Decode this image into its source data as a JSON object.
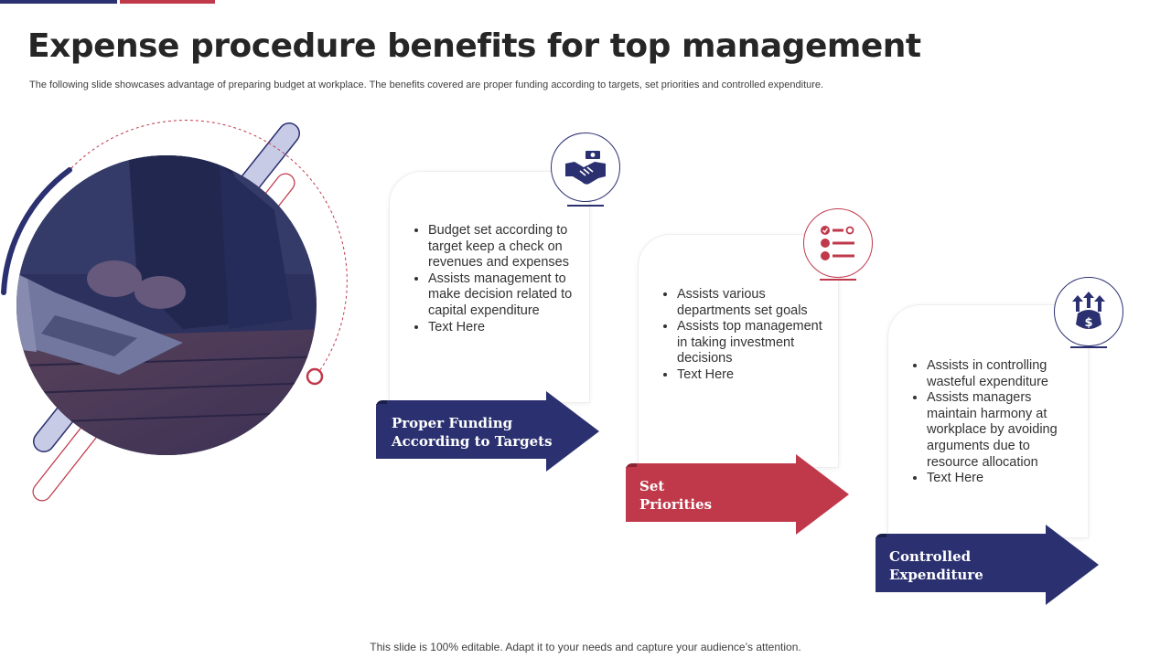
{
  "page": {
    "title": "Expense procedure benefits for top management",
    "subtitle": "The following slide showcases advantage of preparing budget at workplace. The benefits covered are proper funding according to targets, set priorities and controlled expenditure.",
    "footer": "This slide is 100% editable. Adapt it to your needs and capture your audience’s attention."
  },
  "colors": {
    "navy": "#2b3070",
    "red": "#c0394b",
    "light_blue": "#c8cbe6"
  },
  "steps": [
    {
      "label_line1": "Proper Funding",
      "label_line2": "According to Targets",
      "icon": "handshake-money-icon",
      "color": "#2b3070",
      "bullets": [
        "Budget set according to target keep a check on revenues and expenses",
        "Assists management to make decision related to capital expenditure",
        "Text Here"
      ]
    },
    {
      "label_line1": "Set",
      "label_line2": "Priorities",
      "icon": "priority-list-icon",
      "color": "#c0394b",
      "bullets": [
        "Assists various departments set goals",
        "Assists top management in taking investment decisions",
        "Text Here"
      ]
    },
    {
      "label_line1": "Controlled",
      "label_line2": "Expenditure",
      "icon": "dollar-arrows-icon",
      "color": "#2b3070",
      "bullets": [
        "Assists in controlling wasteful expenditure",
        "Assists managers maintain harmony at workplace by avoiding arguments due to resource allocation",
        "Text Here"
      ]
    }
  ]
}
